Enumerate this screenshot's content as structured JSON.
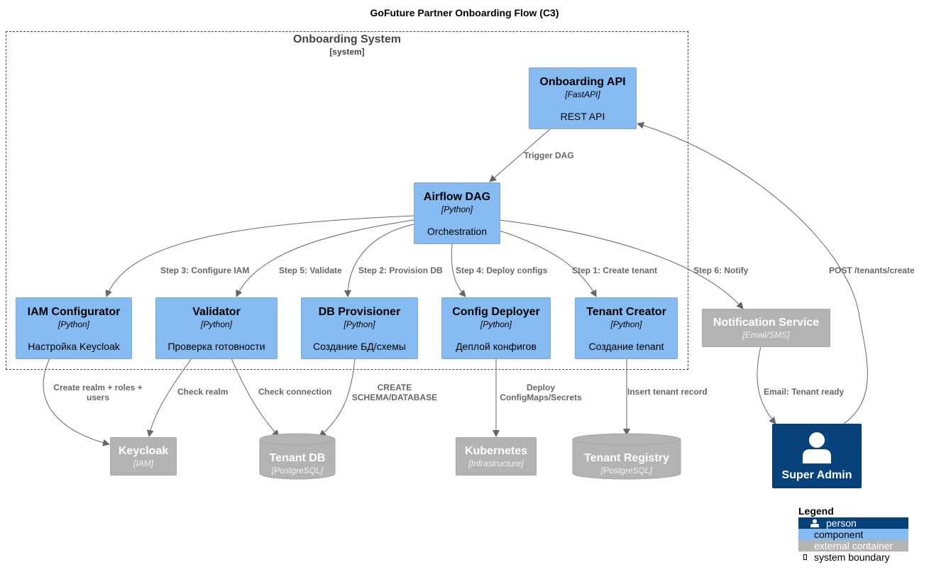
{
  "title": "GoFuture Partner Onboarding Flow (C3)",
  "boundary": {
    "name": "Onboarding System",
    "type": "[system]"
  },
  "components": {
    "api": {
      "name": "Onboarding API",
      "tech": "[FastAPI]",
      "desc": "REST API"
    },
    "dag": {
      "name": "Airflow DAG",
      "tech": "[Python]",
      "desc": "Orchestration"
    },
    "iam": {
      "name": "IAM Configurator",
      "tech": "[Python]",
      "desc": "Настройка Keycloak"
    },
    "validator": {
      "name": "Validator",
      "tech": "[Python]",
      "desc": "Проверка готовности"
    },
    "db": {
      "name": "DB Provisioner",
      "tech": "[Python]",
      "desc": "Создание БД/схемы"
    },
    "config": {
      "name": "Config Deployer",
      "tech": "[Python]",
      "desc": "Деплой конфигов"
    },
    "tenant": {
      "name": "Tenant Creator",
      "tech": "[Python]",
      "desc": "Создание tenant"
    }
  },
  "externals": {
    "notification": {
      "name": "Notification Service",
      "tech": "[Email/SMS]"
    },
    "keycloak": {
      "name": "Keycloak",
      "tech": "[IAM]"
    },
    "tenantdb": {
      "name": "Tenant DB",
      "tech": "[PostgreSQL]"
    },
    "k8s": {
      "name": "Kubernetes",
      "tech": "[Infrastructure]"
    },
    "registry": {
      "name": "Tenant Registry",
      "tech": "[PostgreSQL]"
    }
  },
  "person": {
    "name": "Super Admin"
  },
  "edges": {
    "trigger": "Trigger DAG",
    "step3": "Step 3: Configure IAM",
    "step5": "Step 5: Validate",
    "step2": "Step 2: Provision DB",
    "step4": "Step 4: Deploy configs",
    "step1": "Step 1: Create tenant",
    "step6": "Step 6: Notify",
    "post": "POST  /tenants/create",
    "realm_line1": "Create realm + roles +",
    "realm_line2": "users",
    "checkrealm": "Check realm",
    "checkconn": "Check connection",
    "create_line1": "CREATE",
    "create_line2": "SCHEMA/DATABASE",
    "deploy_line1": "Deploy",
    "deploy_line2": "ConfigMaps/Secrets",
    "insert": "Insert tenant record",
    "email": "Email: Tenant ready"
  },
  "legend": {
    "title": "Legend",
    "person": "person",
    "component": "component",
    "external": "external container",
    "boundary": "system boundary"
  },
  "colors": {
    "person": "#08427b",
    "component": "#85bbf0",
    "external": "#b3b3b3",
    "edge": "#666666"
  }
}
